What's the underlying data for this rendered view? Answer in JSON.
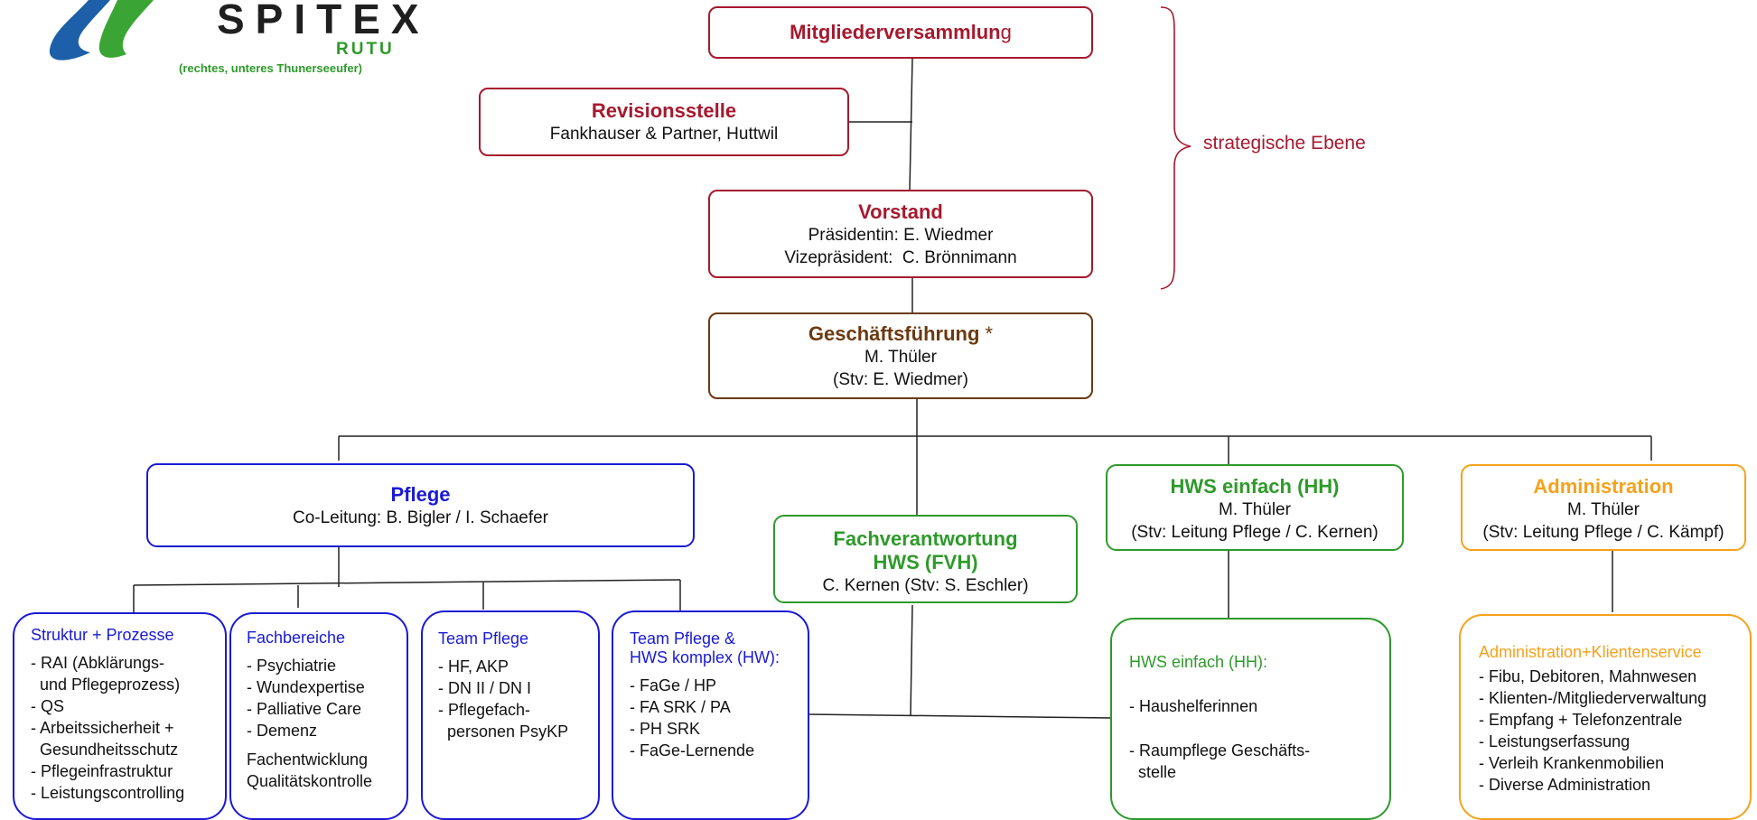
{
  "logo": {
    "word": "SPITEX",
    "region": "RUTU",
    "tagline": "(rechtes, unteres Thunerseeufer)"
  },
  "mitgliederversammlung": {
    "title_main": "Mitgliederversammlun",
    "title_end": "g"
  },
  "revisionsstelle": {
    "title": "Revisionsstelle",
    "line1": "Fankhauser & Partner, Huttwil"
  },
  "vorstand": {
    "title": "Vorstand",
    "line1": "Präsidentin: E. Wiedmer",
    "line2": "Vizepräsident:  C. Brönnimann"
  },
  "strategic_label": "strategische Ebene",
  "geschaeftsfuehrung": {
    "title": "Geschäftsführung",
    "asterisk": "*",
    "line1": "M. Thüler",
    "line2": "(Stv: E. Wiedmer)"
  },
  "pflege": {
    "title": "Pflege",
    "line1": "Co-Leitung: B. Bigler / I. Schaefer"
  },
  "fachverantwortung": {
    "title1": "Fachverantwortung",
    "title2": "HWS (FVH)",
    "line1": "C. Kernen (Stv: S. Eschler)"
  },
  "hws_einfach": {
    "title": "HWS einfach (HH)",
    "line1": "M. Thüler",
    "line2": "(Stv: Leitung Pflege / C. Kernen)"
  },
  "administration": {
    "title": "Administration",
    "line1": "M. Thüler",
    "line2": "(Stv: Leitung Pflege / C. Kämpf)"
  },
  "struktur": {
    "title": "Struktur + Prozesse",
    "items": [
      "- RAI (Abklärungs-",
      "  und Pflegeprozess)",
      "- QS",
      "- Arbeitssicherheit +",
      "  Gesundheitsschutz",
      "- Pflegeinfrastruktur",
      "- Leistungscontrolling"
    ]
  },
  "fachbereiche": {
    "title": "Fachbereiche",
    "items": [
      "- Psychiatrie",
      "- Wundexpertise",
      "- Palliative Care",
      "- Demenz"
    ],
    "extra1": "Fachentwicklung",
    "extra2": "Qualitätskontrolle"
  },
  "team_pflege": {
    "title": "Team Pflege",
    "items": [
      "- HF, AKP",
      "- DN II / DN I",
      "- Pflegefach-",
      "  personen PsyKP"
    ]
  },
  "team_pflege_hws": {
    "title1": "Team Pflege &",
    "title2": "HWS komplex (HW):",
    "items": [
      "- FaGe / HP",
      "- FA SRK / PA",
      "- PH SRK",
      "- FaGe-Lernende"
    ]
  },
  "hws_einfach_detail": {
    "title": "HWS einfach (HH):",
    "item1": "- Haushelferinnen",
    "item2": "- Raumpflege Geschäfts-",
    "item3": "  stelle"
  },
  "admin_detail": {
    "title": "Administration+Klientenservice",
    "items": [
      "- Fibu, Debitoren, Mahnwesen",
      "- Klienten-/Mitgliederverwaltung",
      "- Empfang + Telefonzentrale",
      "- Leistungserfassung",
      "- Verleih Krankenmobilien",
      "- Diverse Administration"
    ]
  },
  "colors": {
    "red": "#a6192e",
    "brown": "#6b3a10",
    "blue": "#1a1ad4",
    "green": "#2e9a2a",
    "orange": "#f5a21b"
  }
}
